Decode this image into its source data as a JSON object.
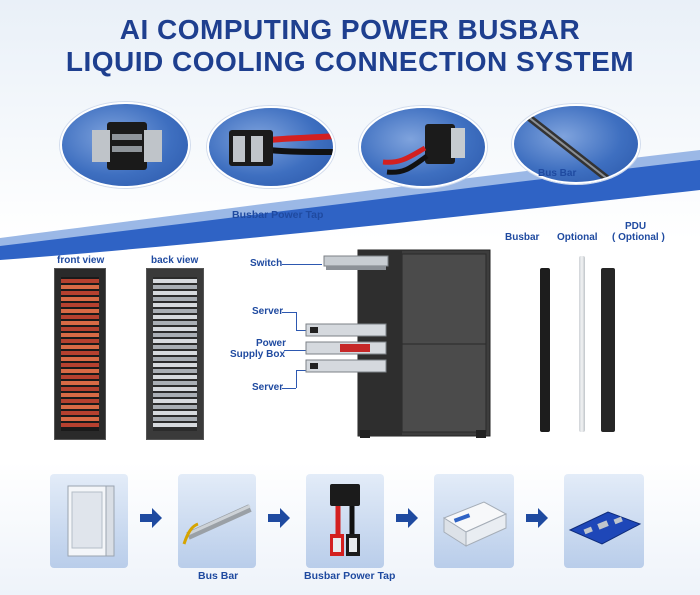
{
  "title": {
    "line1": "AI COMPUTING POWER BUSBAR",
    "line2": "LIQUID COOLING CONNECTION SYSTEM"
  },
  "top_section": {
    "bus_bar_label": "Bus Bar",
    "power_tap_label": "Busbar Power Tap"
  },
  "middle_section": {
    "front_view_label": "front view",
    "back_view_label": "back view",
    "callouts": {
      "switch": "Switch",
      "server_top": "Server",
      "power_line1": "Power",
      "power_line2": "Supply Box",
      "server_bottom": "Server"
    },
    "right_labels": {
      "busbar": "Busbar",
      "optional": "Optional",
      "pdu_line1": "PDU",
      "pdu_line2": "( Optional )"
    }
  },
  "bottom_section": {
    "bus_bar_label": "Bus Bar",
    "power_tap_label": "Busbar Power Tap"
  },
  "colors": {
    "title_blue": "#1e3f8f",
    "label_blue": "#1f4aa0",
    "accent_blue": "#2f63c5",
    "arrow_blue": "#1f4aa0"
  }
}
